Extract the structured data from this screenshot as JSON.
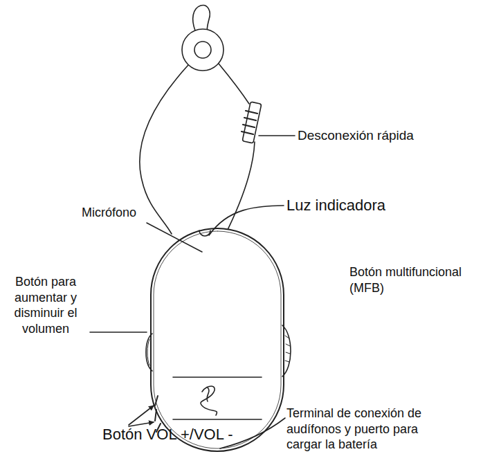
{
  "diagram": {
    "labels": [
      "Desconexión rápida",
      "Luz indicadora",
      "Micrófono",
      "Botón para aumentar y disminuir el volumen",
      "Botón multifuncional (MFB)",
      "Botón VOL +/VOL -",
      "Terminal de conexión de audífonos y puerto para cargar la batería"
    ]
  }
}
